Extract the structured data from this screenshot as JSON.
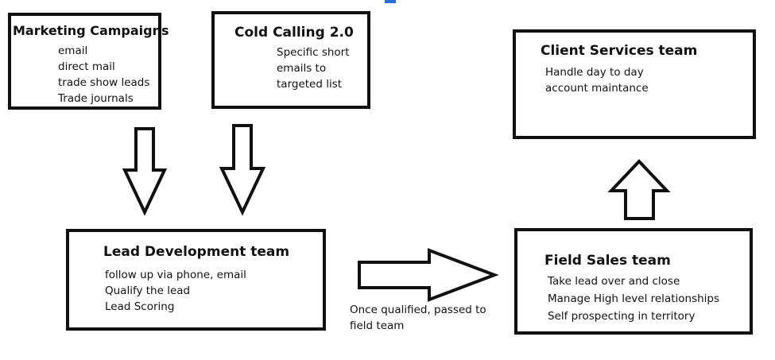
{
  "nodes": {
    "marketing": {
      "title": "Marketing Campaigns",
      "lines": [
        "email",
        "direct mail",
        "trade show leads",
        "Trade journals"
      ]
    },
    "cold_calling": {
      "title": "Cold Calling 2.0",
      "lines": [
        "Specific short",
        "emails to",
        "targeted list"
      ]
    },
    "lead_development": {
      "title": "Lead Development team",
      "lines": [
        "follow up via phone, email",
        "Qualify the lead",
        "Lead Scoring"
      ]
    },
    "client_services": {
      "title": "Client Services team",
      "lines": [
        "Handle day to day",
        "account maintance"
      ]
    },
    "field_sales": {
      "title": "Field Sales team",
      "lines": [
        "Take lead over and close",
        "Manage High level relationships",
        "Self prospecting in territory"
      ]
    }
  },
  "edges": [
    {
      "from": "marketing",
      "to": "lead_development",
      "label": ""
    },
    {
      "from": "cold_calling",
      "to": "lead_development",
      "label": ""
    },
    {
      "from": "lead_development",
      "to": "field_sales",
      "label": "Once qualified, passed to field team"
    },
    {
      "from": "field_sales",
      "to": "client_services",
      "label": ""
    }
  ],
  "colors": {
    "stroke": "#111111",
    "fill": "#ffffff"
  }
}
